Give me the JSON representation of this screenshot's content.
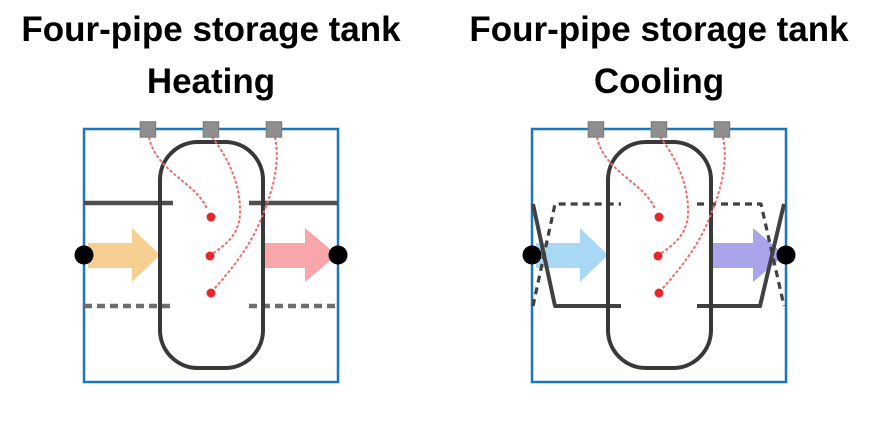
{
  "page": {
    "background_color": "#ffffff"
  },
  "colors": {
    "frame_blue": "#1b76c2",
    "pipe_solid": "#4f4f4f",
    "pipe_dashed": "#6e6e6e",
    "crossover_dark": "#414141",
    "tank_outline": "#383838",
    "connector_gray": "#8e8e8e",
    "connector_border": "#7a7a7a",
    "sensor_line_red": "#f2696d",
    "sensor_dot_red": "#e8272c",
    "port_black": "#000000"
  },
  "panels": [
    {
      "id": "heating",
      "title_line1": "Four-pipe storage tank",
      "title_line2": "Heating",
      "inlet_arrow_color": "#f8cf92",
      "outlet_arrow_color": "#f9a6aa"
    },
    {
      "id": "cooling",
      "title_line1": "Four-pipe storage tank",
      "title_line2": "Cooling",
      "inlet_arrow_color": "#a9d8f5",
      "outlet_arrow_color": "#aaa5eb"
    }
  ]
}
